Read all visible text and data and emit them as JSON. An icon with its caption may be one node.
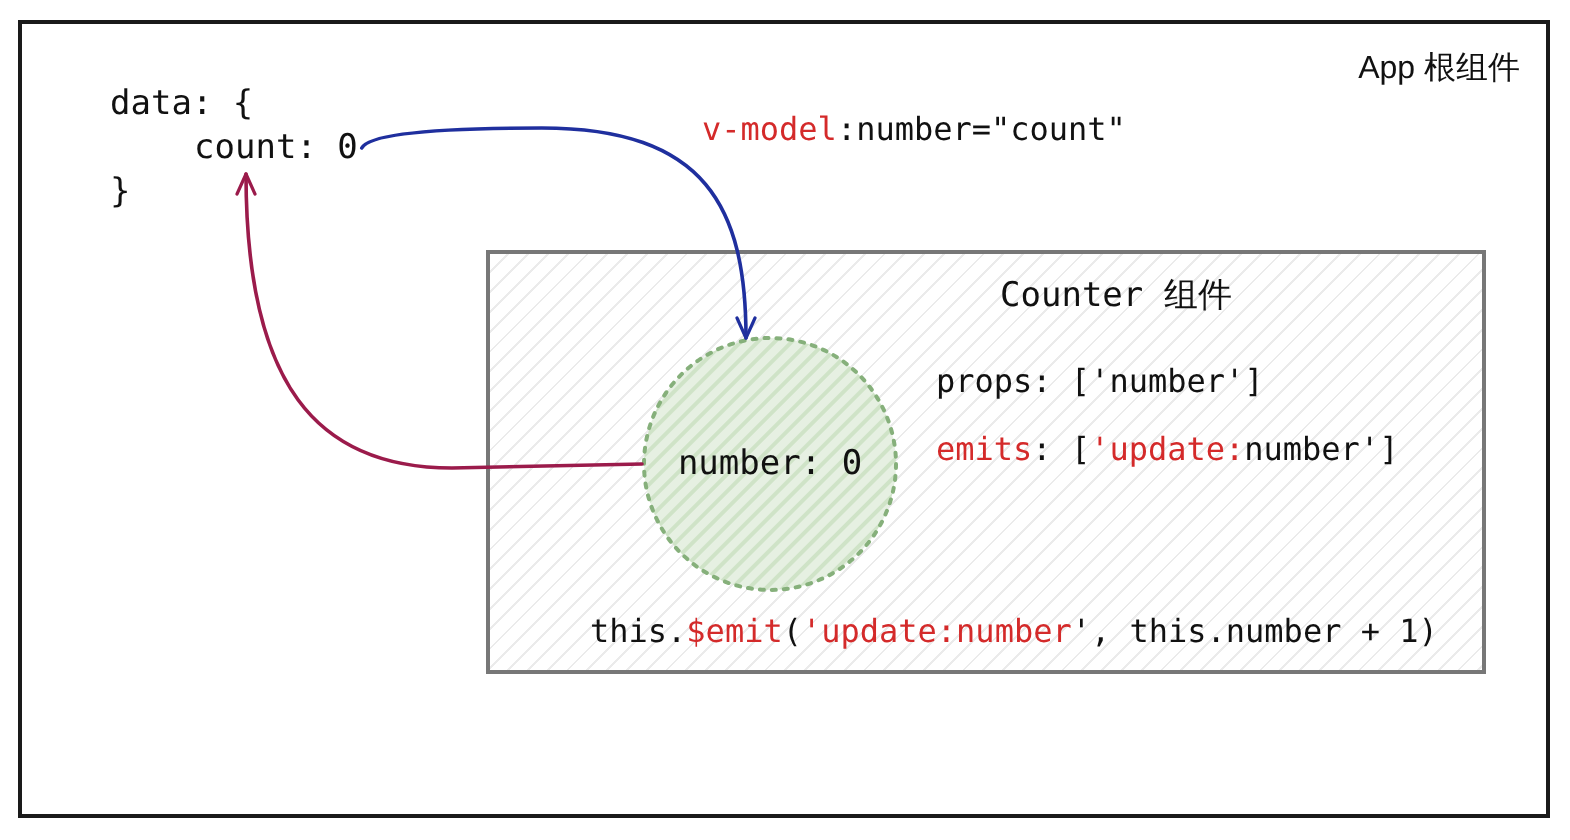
{
  "diagram": {
    "nodes": [
      {
        "text": [
          "App 根组件"
        ]
      },
      {
        "text": [
          "data: {",
          "}"
        ],
        "in": 0
      },
      {
        "text": [
          "count: 0"
        ],
        "in": 1
      },
      {
        "text": [
          "Counter 组件",
          "props: ['number']",
          "emits: ['update:number']",
          "this.$emit('update:number', this.number + 1)"
        ],
        "in": 0
      },
      {
        "text": [
          "number: 0"
        ],
        "in": 3
      }
    ],
    "edges": [
      {
        "from": 2,
        "to": 4,
        "arrow": "to",
        "label": "v-model:number=\"count\"",
        "color": "#1f2f9e"
      },
      {
        "from": 4,
        "to": 2,
        "arrow": "to",
        "color": "#9b1b4b"
      }
    ]
  }
}
